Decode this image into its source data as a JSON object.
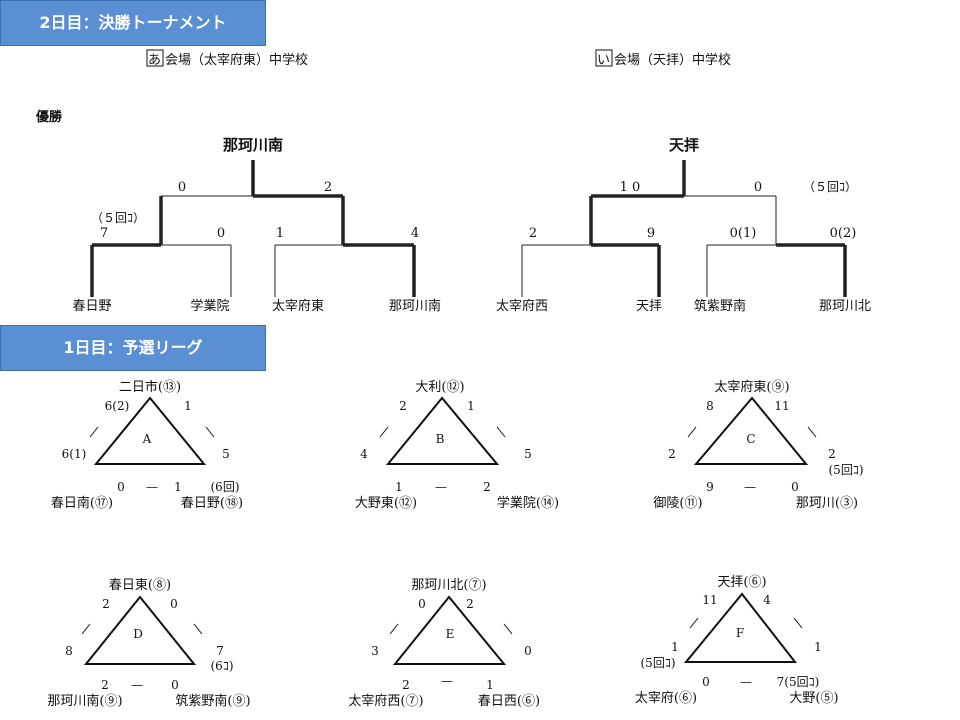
{
  "banners": {
    "day2": "2日目：決勝トーナメント",
    "day1": "1日目：予選リーグ"
  },
  "venues": {
    "a": {
      "mark": "あ",
      "label": "会場（太宰府東）中学校"
    },
    "i": {
      "mark": "い",
      "label": "会場（天拝）中学校"
    }
  },
  "champion_label": "優勝",
  "tournament": {
    "left": {
      "winner": "那珂川南",
      "teams": [
        "春日野",
        "学業院",
        "太宰府東",
        "那珂川南"
      ],
      "r1_scores": [
        "7",
        "0",
        "1",
        "4"
      ],
      "final_scores": [
        "0",
        "2"
      ],
      "note": "（５回ｺ）"
    },
    "right": {
      "winner": "天拝",
      "teams": [
        "太宰府西",
        "天拝",
        "筑紫野南",
        "那珂川北"
      ],
      "r1_scores": [
        "2",
        "9",
        "0(1)",
        "0(2)"
      ],
      "final_scores": [
        "1 0",
        "0"
      ],
      "note": "（５回ｺ）"
    }
  },
  "leagues": [
    {
      "letter": "A",
      "top": "二日市(⑬)",
      "left": "春日南(⑰)",
      "right": "春日野(⑱)",
      "top_left": "6(2)",
      "top_right": "1",
      "left_top": "6(1)",
      "right_top": "5",
      "bottom_left": "0",
      "bottom_right": "1",
      "note_bottom": "(6回)",
      "note_right": ""
    },
    {
      "letter": "B",
      "top": "大利(⑫)",
      "left": "大野東(⑫)",
      "right": "学業院(⑭)",
      "top_left": "2",
      "top_right": "1",
      "left_top": "4",
      "right_top": "5",
      "bottom_left": "1",
      "bottom_right": "2",
      "note_bottom": "",
      "note_right": ""
    },
    {
      "letter": "C",
      "top": "太宰府東(⑨)",
      "left": "御陵(⑪)",
      "right": "那珂川(③)",
      "top_left": "8",
      "top_right": "11",
      "left_top": "2",
      "right_top": "2",
      "bottom_left": "9",
      "bottom_right": "0",
      "note_bottom": "",
      "note_right": "(5回ｺ)"
    },
    {
      "letter": "D",
      "top": "春日東(⑧)",
      "left": "那珂川南(⑨)",
      "right": "筑紫野南(⑨)",
      "top_left": "2",
      "top_right": "0",
      "left_top": "8",
      "right_top": "7",
      "bottom_left": "2",
      "bottom_right": "0",
      "note_bottom": "",
      "note_right": "(6ｺ)"
    },
    {
      "letter": "E",
      "top": "那珂川北(⑦)",
      "left": "太宰府西(⑦)",
      "right": "春日西(⑥)",
      "top_left": "0",
      "top_right": "2",
      "left_top": "3",
      "right_top": "0",
      "bottom_left": "2",
      "bottom_right": "1",
      "note_bottom": "",
      "note_right": ""
    },
    {
      "letter": "F",
      "top": "天拝(⑥)",
      "left": "太宰府(⑥)",
      "right": "大野(⑤)",
      "top_left": "11",
      "top_right": "4",
      "left_top": "1",
      "right_top": "1",
      "bottom_left": "0",
      "bottom_right": "7(5回ｺ)",
      "note_bottom": "",
      "note_right": "",
      "note_left": "(5回ｺ)"
    }
  ]
}
